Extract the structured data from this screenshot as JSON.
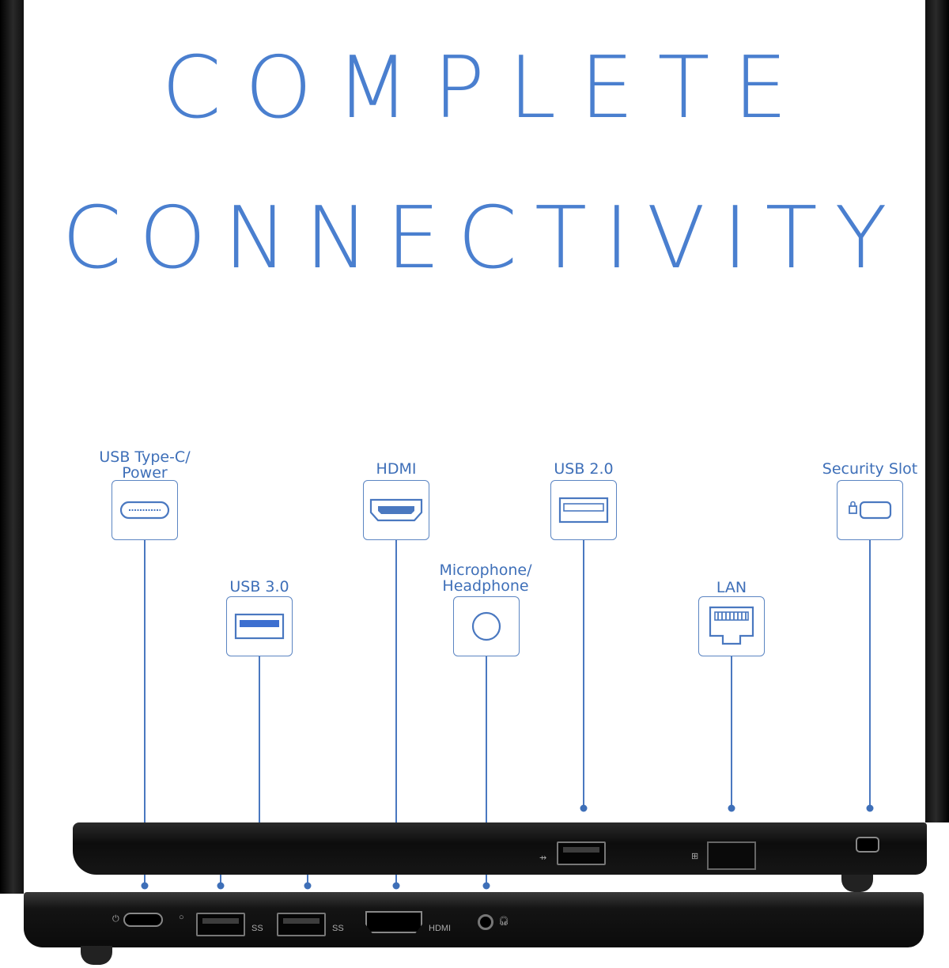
{
  "headline": {
    "line1": "COMPLETE",
    "line2": "CONNECTIVITY"
  },
  "ports": [
    {
      "id": "usbc",
      "label_line1": "USB Type-C/",
      "label_line2": "Power",
      "icon": "usb-c-icon"
    },
    {
      "id": "usb3",
      "label_line1": "USB 3.0",
      "label_line2": "",
      "icon": "usb-3-icon"
    },
    {
      "id": "hdmi",
      "label_line1": "HDMI",
      "label_line2": "",
      "icon": "hdmi-icon"
    },
    {
      "id": "audio",
      "label_line1": "Microphone/",
      "label_line2": "Headphone",
      "icon": "audio-jack-icon"
    },
    {
      "id": "usb2",
      "label_line1": "USB 2.0",
      "label_line2": "",
      "icon": "usb-2-icon"
    },
    {
      "id": "lan",
      "label_line1": "LAN",
      "label_line2": "",
      "icon": "lan-icon"
    },
    {
      "id": "security",
      "label_line1": "Security Slot",
      "label_line2": "",
      "icon": "security-slot-icon"
    }
  ],
  "laptop_markings": {
    "hdmi_text": "HDMI",
    "ss_text": "SS"
  },
  "colors": {
    "accent": "#4a7fcf",
    "line": "#4a78c0",
    "laptop": "#111111"
  }
}
